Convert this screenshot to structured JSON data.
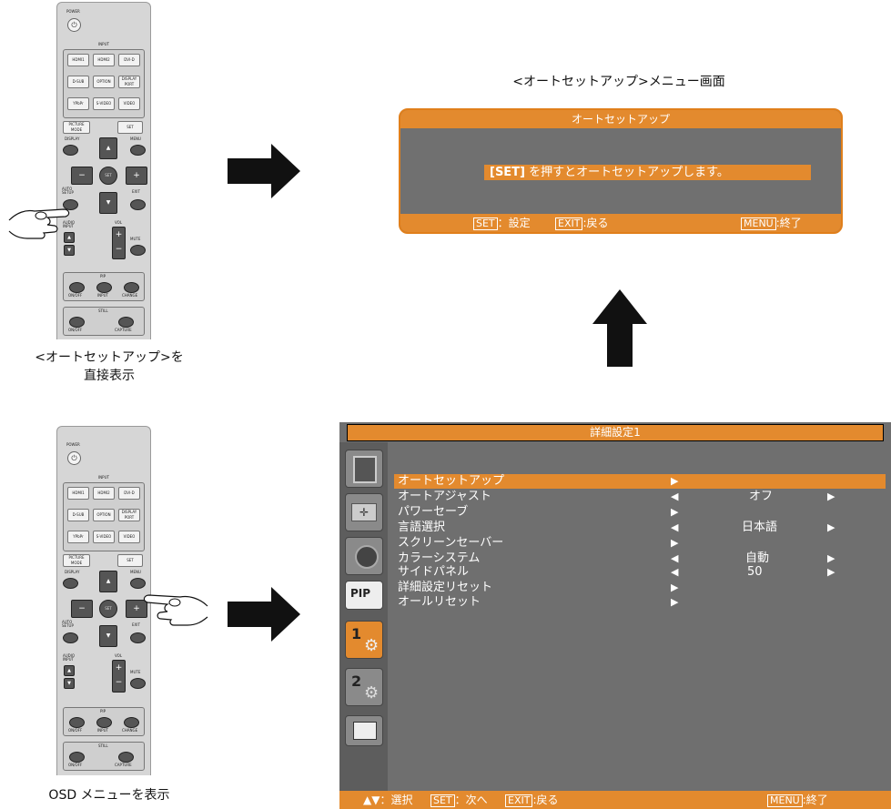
{
  "remote": {
    "power": "POWER",
    "input": "INPUT",
    "input_keys": [
      "HDMI1",
      "HDMI2",
      "DVI-D",
      "D-SUB",
      "OPTION",
      "DISPLAY PORT",
      "YPbPr",
      "S-VIDEO",
      "VIDEO"
    ],
    "picture_mode": "PICTURE MODE",
    "set": "SET",
    "display": "DISPLAY",
    "menu": "MENU",
    "auto_setup": "AUTO SETUP",
    "exit": "EXIT",
    "audio_input": "AUDIO INPUT",
    "vol": "VOL",
    "mute": "MUTE",
    "pip": "PIP",
    "pip_keys": [
      "ON/OFF",
      "INPUT",
      "CHANGE"
    ],
    "still": "STILL",
    "still_keys": [
      "ON/OFF",
      "CAPTURE"
    ],
    "plus": "+",
    "minus": "−",
    "up": "▲",
    "down": "▼"
  },
  "captions": {
    "top_line1": "<オートセットアップ>を",
    "top_line2": "直接表示",
    "bottom": "OSD メニューを表示",
    "osd1_heading": "<オートセットアップ>メニュー画面"
  },
  "osd1": {
    "title": "オートセットアップ",
    "message_key": "[SET]",
    "message_text": "を押すとオートセットアップします。",
    "footer": {
      "set_key": "SET",
      "set_label": "：設定",
      "exit_key": "EXIT",
      "exit_label": "戻る",
      "menu_key": "MENU",
      "menu_label": "終了"
    }
  },
  "osd2": {
    "title": "詳細設定1",
    "side_tabs": [
      "PIP"
    ],
    "items": [
      {
        "label": "オートセットアップ",
        "value": ""
      },
      {
        "label": "オートアジャスト",
        "value": "オフ"
      },
      {
        "label": "パワーセーブ",
        "value": ""
      },
      {
        "label": "言語選択",
        "value": "日本語"
      },
      {
        "label": "スクリーンセーバー",
        "value": ""
      },
      {
        "label": "カラーシステム",
        "value": "自動"
      },
      {
        "label": "サイドパネル",
        "value": "50"
      },
      {
        "label": "詳細設定リセット",
        "value": ""
      },
      {
        "label": "オールリセット",
        "value": ""
      }
    ],
    "footer": {
      "nav_keys": "▲▼",
      "nav_label": "：選択",
      "set_key": "SET",
      "set_label": "：次へ",
      "exit_key": "EXIT",
      "exit_label": "戻る",
      "menu_key": "MENU",
      "menu_label": "終了"
    }
  },
  "colors": {
    "osd_orange": "#e38a2e",
    "osd_gray": "#707070",
    "arrow": "#111111"
  }
}
